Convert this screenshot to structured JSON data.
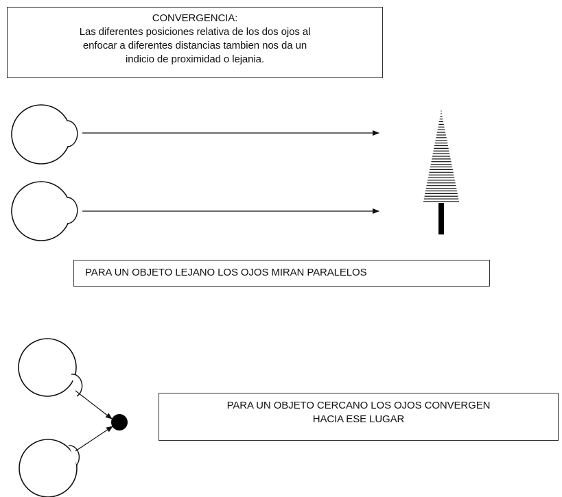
{
  "title_box": {
    "heading": "CONVERGENCIA:",
    "lines": [
      "Las diferentes posiciones relativa de los dos ojos al",
      "enfocar a diferentes distancias tambien nos da un",
      "indicio de proximidad o lejania."
    ]
  },
  "far_caption": "PARA UN OBJETO LEJANO LOS OJOS MIRAN PARALELOS",
  "near_caption": {
    "lines": [
      "PARA UN OBJETO CERCANO LOS OJOS CONVERGEN",
      "HACIA ESE LUGAR"
    ]
  },
  "colors": {
    "stroke": "#111111",
    "background": "#ffffff"
  }
}
